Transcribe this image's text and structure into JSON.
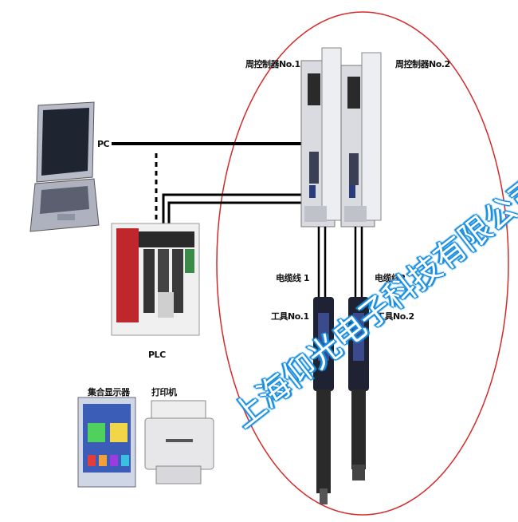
{
  "labels": {
    "controller1": "周控制器No.1",
    "controller2": "周控制器No.2",
    "pc": "PC",
    "plc": "PLC",
    "cable1": "电缆线 1",
    "cable2": "电缆线2",
    "tool1": "工具No.1",
    "tool2": "工具No.2",
    "display": "集合显示器",
    "printer": "打印机"
  },
  "watermark": "上海仰光电子科技有限公司",
  "colors": {
    "ellipse": "#d42a2a",
    "cable": "#000000",
    "watermark_outline": "#1a8fe0",
    "plc_red": "#c0272d"
  }
}
